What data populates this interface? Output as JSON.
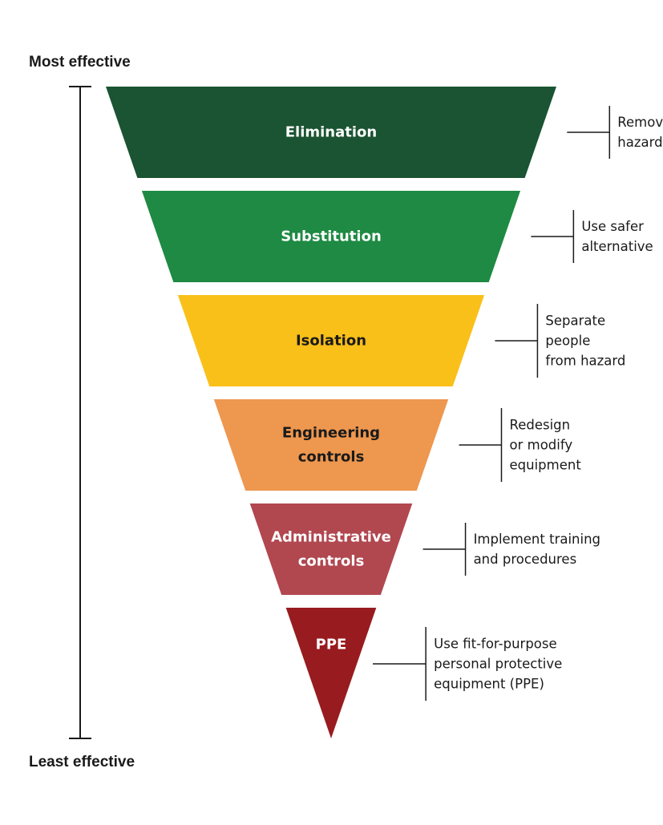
{
  "scale": {
    "top_label": "Most effective",
    "bottom_label": "Least effective"
  },
  "levels": [
    {
      "id": "elimination",
      "label_lines": [
        "Elimination"
      ],
      "description_lines": [
        "Remove",
        "hazard"
      ],
      "fill": "#1a5432",
      "text_color": "#ffffff"
    },
    {
      "id": "substitution",
      "label_lines": [
        "Substitution"
      ],
      "description_lines": [
        "Use safer",
        "alternative"
      ],
      "fill": "#1e8a43",
      "text_color": "#ffffff"
    },
    {
      "id": "isolation",
      "label_lines": [
        "Isolation"
      ],
      "description_lines": [
        "Separate",
        "people",
        "from hazard"
      ],
      "fill": "#f9c019",
      "text_color": "#1a1a1a"
    },
    {
      "id": "engineering-controls",
      "label_lines": [
        "Engineering",
        "controls"
      ],
      "description_lines": [
        "Redesign",
        "or modify",
        "equipment"
      ],
      "fill": "#ee974f",
      "text_color": "#1a1a1a"
    },
    {
      "id": "administrative-controls",
      "label_lines": [
        "Administrative",
        "controls"
      ],
      "description_lines": [
        "Implement training",
        "and procedures"
      ],
      "fill": "#b1474f",
      "text_color": "#ffffff"
    },
    {
      "id": "ppe",
      "label_lines": [
        "PPE"
      ],
      "description_lines": [
        "Use fit-for-purpose",
        "personal protective",
        "equipment (PPE)"
      ],
      "fill": "#981c1f",
      "text_color": "#ffffff"
    }
  ]
}
